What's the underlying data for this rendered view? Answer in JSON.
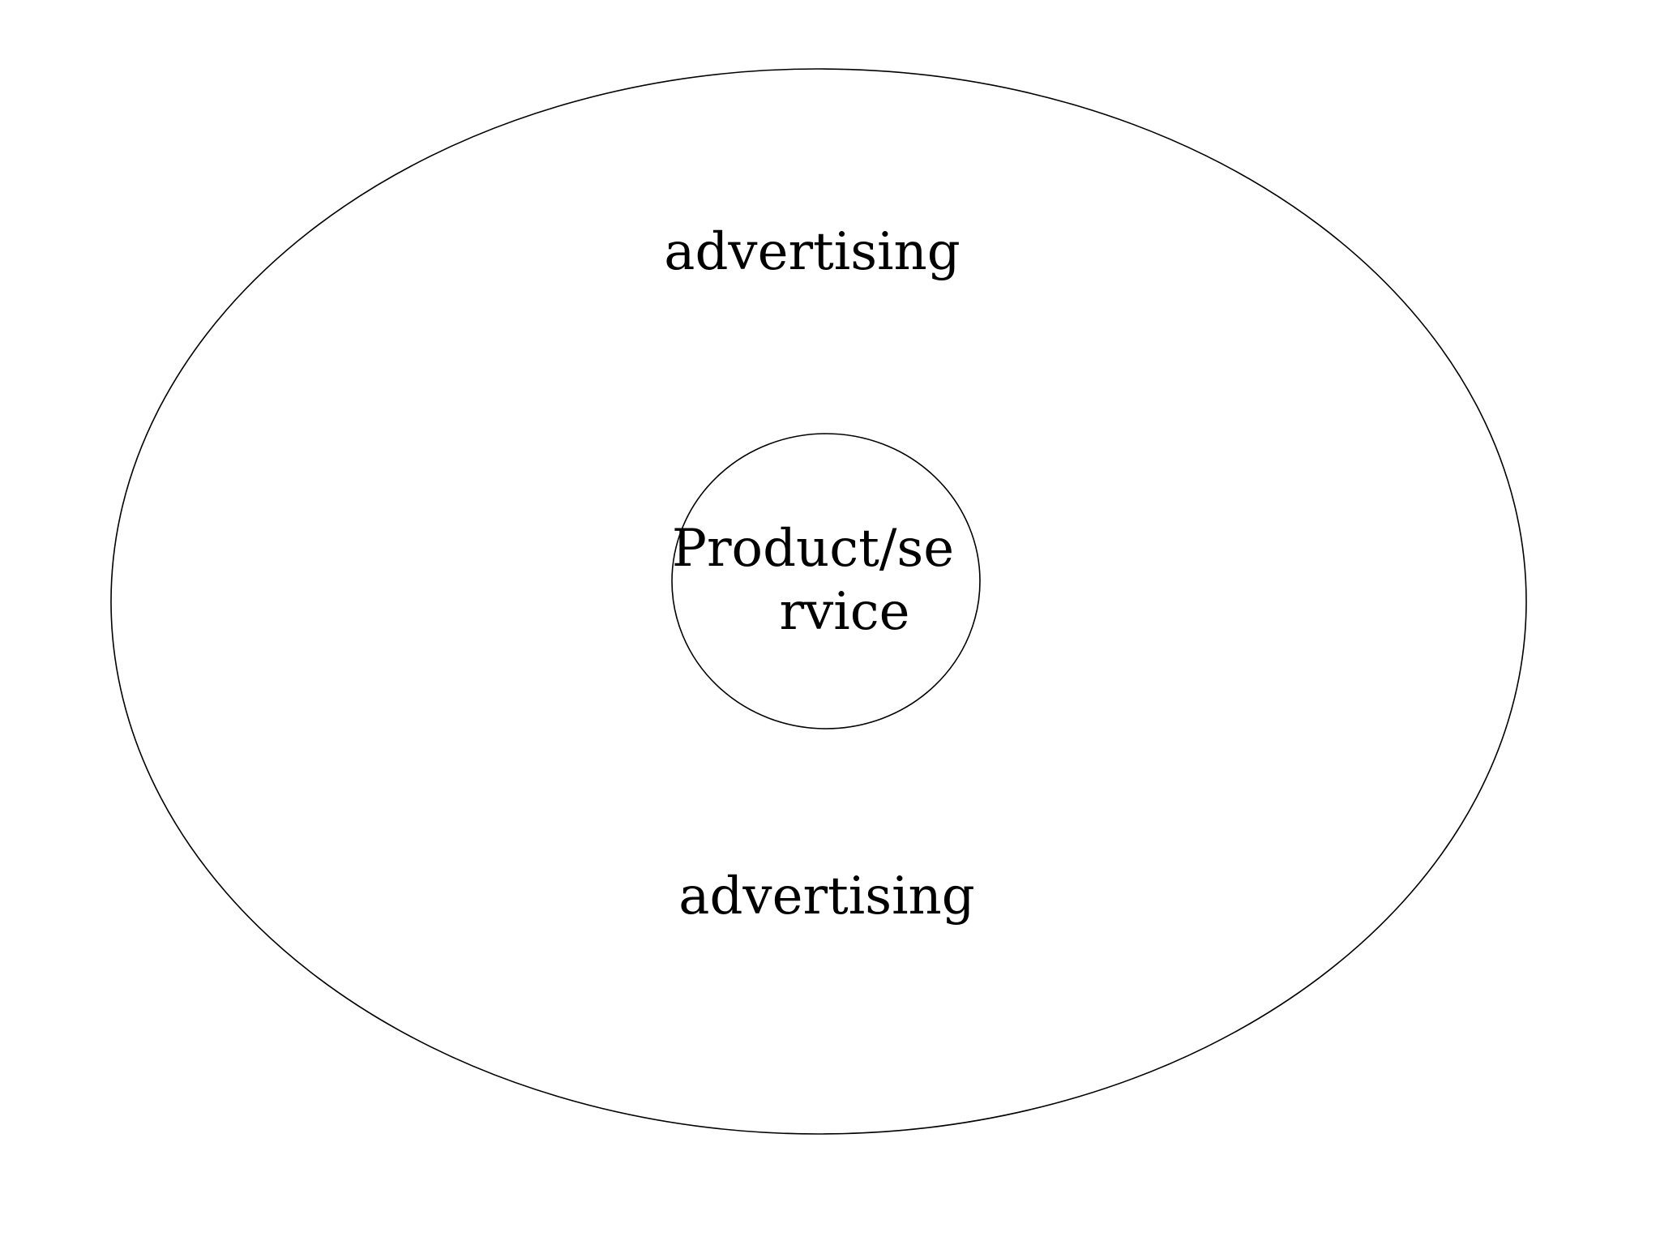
{
  "diagram": {
    "outer_labels": {
      "top": "advertising",
      "bottom": "advertising"
    },
    "inner_label": {
      "line1": "Product/se",
      "line2": "rvice"
    }
  }
}
